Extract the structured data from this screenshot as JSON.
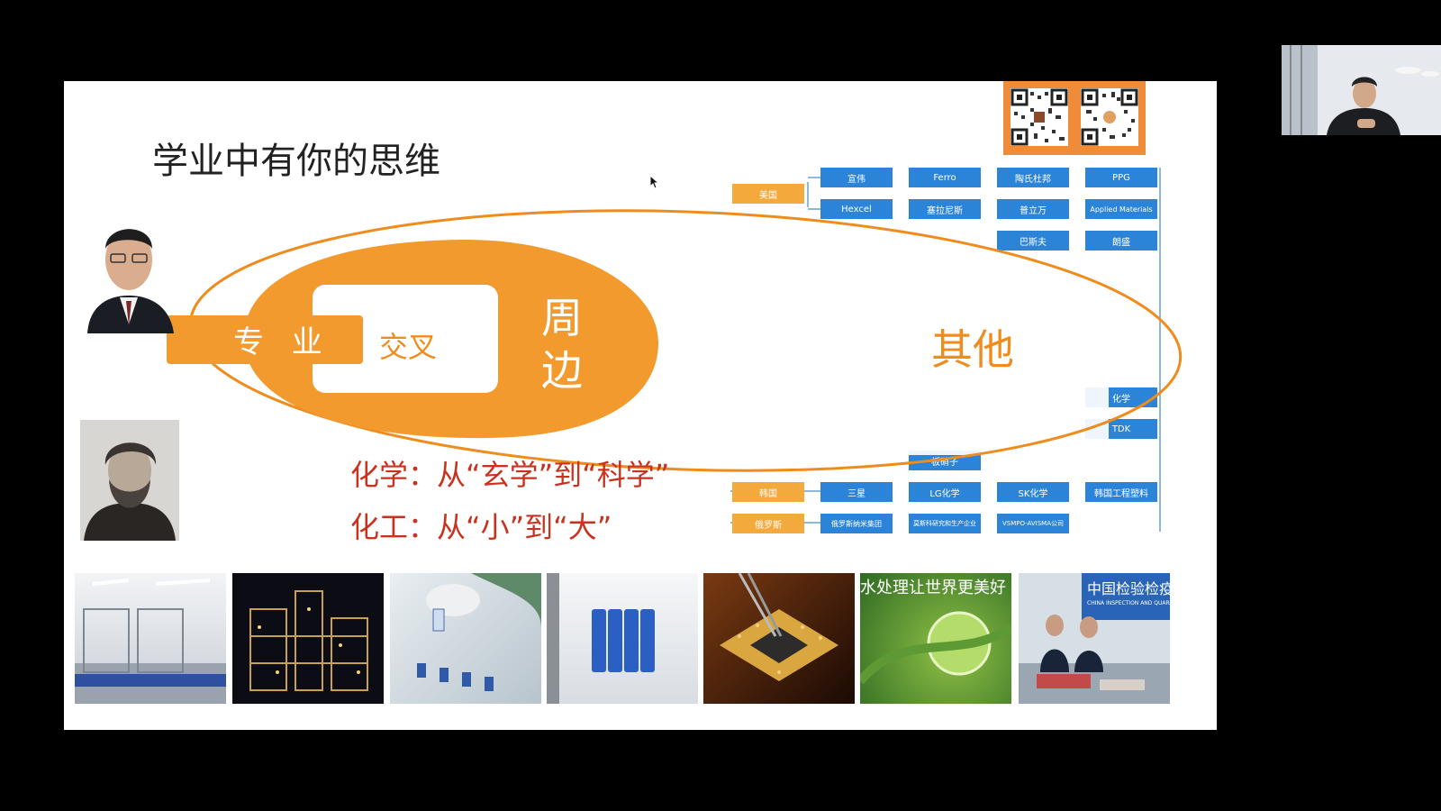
{
  "slide": {
    "title": "学业中有你的思维",
    "zhuanye": "专 业",
    "jiaocha": "交叉",
    "zhoubian": "周边",
    "qita": "其他",
    "caption1": "化学：从“玄学”到“科学”",
    "caption2": "化工：从“小”到“大”"
  },
  "org_chart": {
    "countries": [
      "美国",
      "韩国",
      "俄罗斯"
    ],
    "rows": [
      [
        "宣伟",
        "Ferro",
        "陶氏杜邦",
        "PPG"
      ],
      [
        "Hexcel",
        "塞拉尼斯",
        "普立万",
        "Applied Materials"
      ],
      [
        "巴斯夫",
        "朗盛"
      ],
      [
        "化学",
        "TDK"
      ],
      [
        "板硝子"
      ],
      [
        "三星",
        "LG化学",
        "SK化学",
        "韩国工程塑料"
      ],
      [
        "俄罗斯纳米集团",
        "莫斯科研究和生产企业",
        "VSMPO-AVISMA公司"
      ]
    ]
  },
  "photos": {
    "water": "水处理让世界更美好",
    "inspection": "中国检验检疫",
    "inspection_en": "CHINA INSPECTION AND QUARANTINE"
  },
  "colors": {
    "orange": "#ef8c1e",
    "blue": "#2c84d8",
    "red": "#c8321e"
  }
}
